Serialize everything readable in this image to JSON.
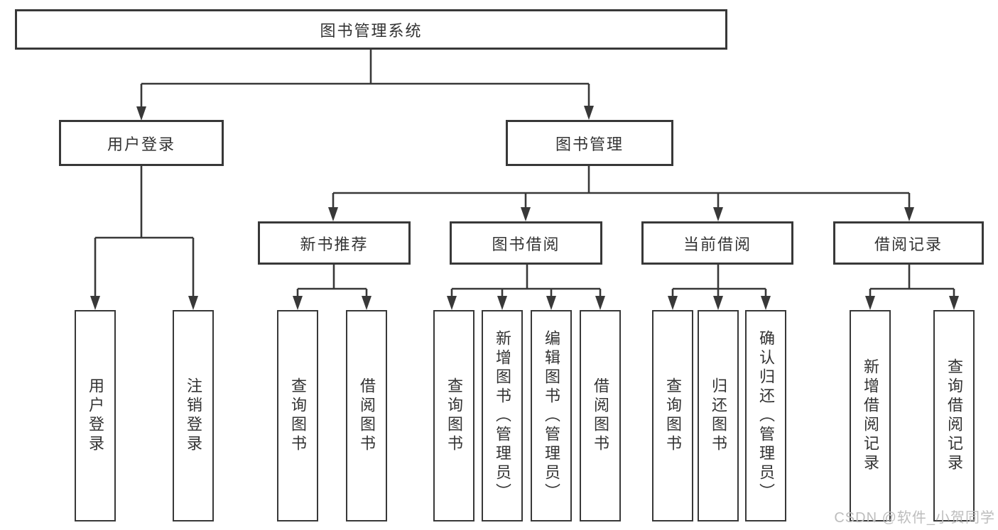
{
  "colors": {
    "line": "#383838",
    "text": "#333333",
    "background": "#ffffff",
    "watermark": "#bdbdbd"
  },
  "tree": {
    "root": {
      "label": "图书管理系统"
    },
    "branches": [
      {
        "label": "用户登录",
        "children": [
          {
            "label": "用户登录"
          },
          {
            "label": "注销登录"
          }
        ]
      },
      {
        "label": "图书管理",
        "children": [
          {
            "label": "新书推荐",
            "children": [
              {
                "label": "查询图书"
              },
              {
                "label": "借阅图书"
              }
            ]
          },
          {
            "label": "图书借阅",
            "children": [
              {
                "label": "查询图书"
              },
              {
                "label": "新增图书（管理员）"
              },
              {
                "label": "编辑图书（管理员）"
              },
              {
                "label": "借阅图书"
              }
            ]
          },
          {
            "label": "当前借阅",
            "children": [
              {
                "label": "查询图书"
              },
              {
                "label": "归还图书"
              },
              {
                "label": "确认归还（管理员）"
              }
            ]
          },
          {
            "label": "借阅记录",
            "children": [
              {
                "label": "新增借阅记录"
              },
              {
                "label": "查询借阅记录"
              }
            ]
          }
        ]
      }
    ]
  },
  "watermark": {
    "text": "CSDN @软件_小贺同学"
  }
}
